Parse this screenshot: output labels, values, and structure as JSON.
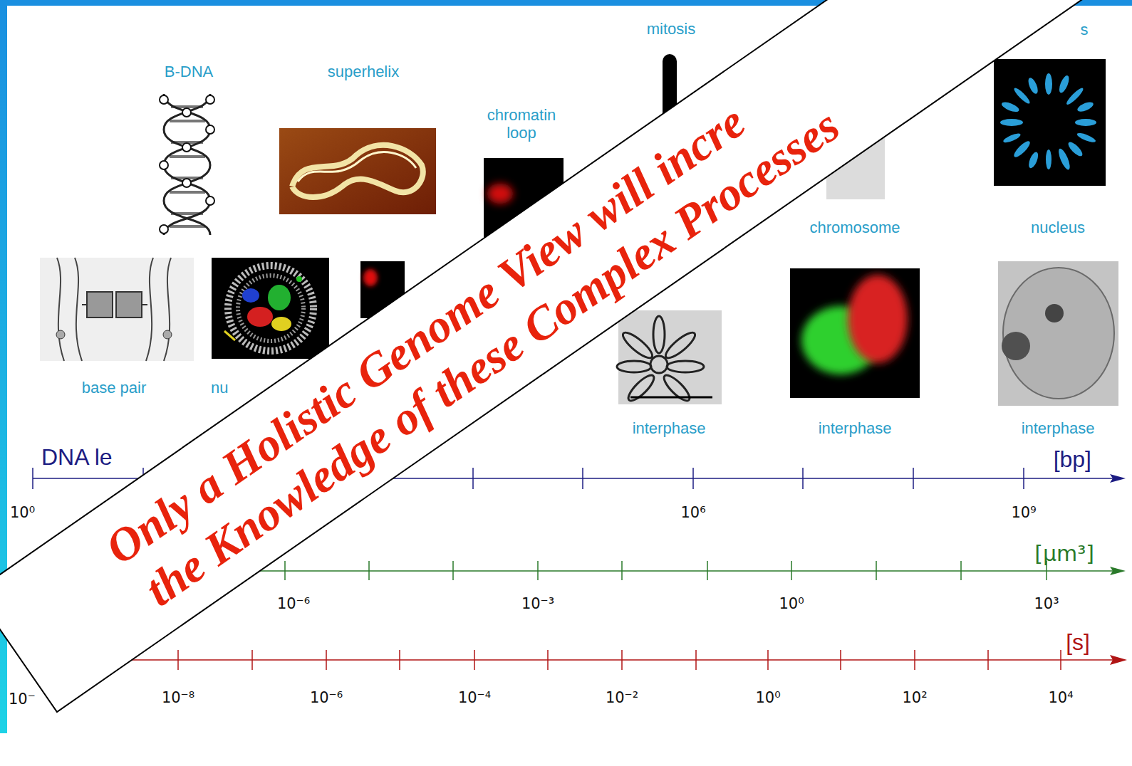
{
  "diagram": {
    "labels": [
      "mitosis",
      "B-DNA",
      "superhelix",
      "chromatin loop",
      "s",
      "chromosome",
      "nucleus",
      "base pair",
      "nu",
      "interphase",
      "interphase",
      "interphase",
      "DNA le",
      "[bp]",
      "10⁰",
      "10⁶",
      "10⁹",
      "[μm³]",
      "10⁻⁶",
      "10⁻³",
      "10⁰",
      "10³",
      "[s]",
      "10⁻",
      "10⁻⁸",
      "10⁻⁶",
      "10⁻⁴",
      "10⁻²",
      "10⁰",
      "10²",
      "10⁴",
      "Only a Holistic Genome View will incre",
      "the Knowledge of these Complex Processes"
    ]
  }
}
